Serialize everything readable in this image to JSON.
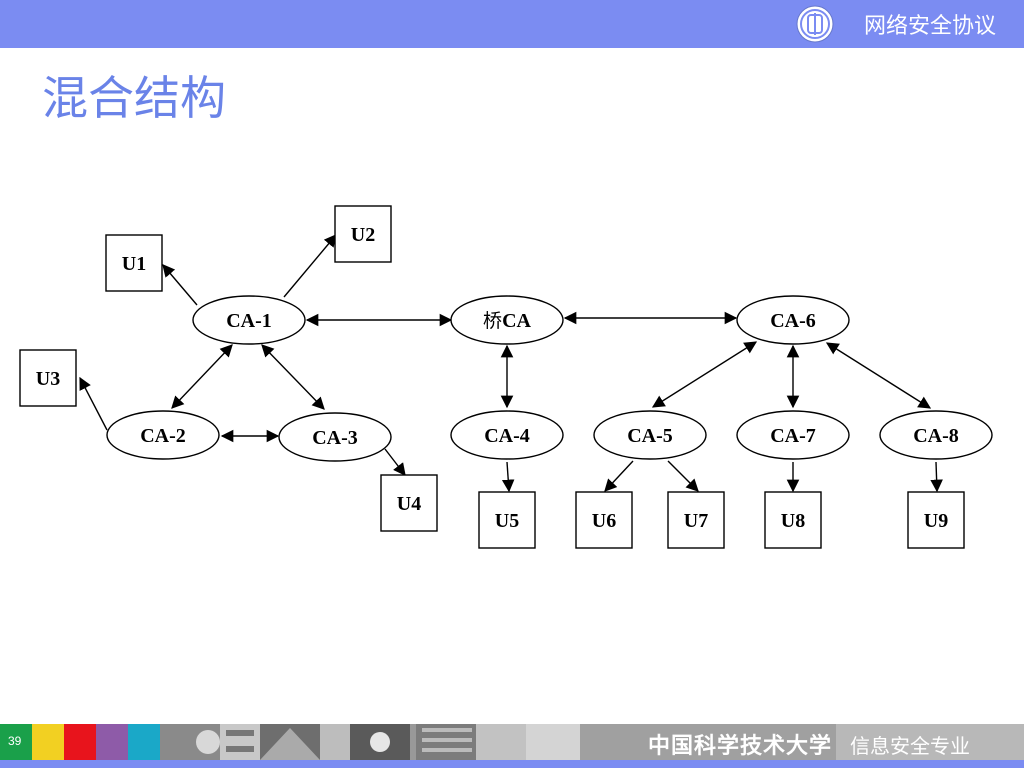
{
  "header": {
    "course_title": "网络安全协议"
  },
  "slide": {
    "title": "混合结构"
  },
  "diagram": {
    "nodes": [
      {
        "id": "ca1",
        "label": "CA-1",
        "shape": "ellipse"
      },
      {
        "id": "bridge",
        "label_cjk": "桥",
        "label_latin": "CA",
        "shape": "ellipse"
      },
      {
        "id": "ca6",
        "label": "CA-6",
        "shape": "ellipse"
      },
      {
        "id": "ca2",
        "label": "CA-2",
        "shape": "ellipse"
      },
      {
        "id": "ca3",
        "label": "CA-3",
        "shape": "ellipse"
      },
      {
        "id": "ca4",
        "label": "CA-4",
        "shape": "ellipse"
      },
      {
        "id": "ca5",
        "label": "CA-5",
        "shape": "ellipse"
      },
      {
        "id": "ca7",
        "label": "CA-7",
        "shape": "ellipse"
      },
      {
        "id": "ca8",
        "label": "CA-8",
        "shape": "ellipse"
      },
      {
        "id": "u1",
        "label": "U1",
        "shape": "box"
      },
      {
        "id": "u2",
        "label": "U2",
        "shape": "box"
      },
      {
        "id": "u3",
        "label": "U3",
        "shape": "box"
      },
      {
        "id": "u4",
        "label": "U4",
        "shape": "box"
      },
      {
        "id": "u5",
        "label": "U5",
        "shape": "box"
      },
      {
        "id": "u6",
        "label": "U6",
        "shape": "box"
      },
      {
        "id": "u7",
        "label": "U7",
        "shape": "box"
      },
      {
        "id": "u8",
        "label": "U8",
        "shape": "box"
      },
      {
        "id": "u9",
        "label": "U9",
        "shape": "box"
      }
    ],
    "edges": [
      {
        "from": "ca1",
        "to": "u1",
        "dir": "forward"
      },
      {
        "from": "ca1",
        "to": "u2",
        "dir": "forward"
      },
      {
        "from": "ca1",
        "to": "bridge",
        "dir": "both"
      },
      {
        "from": "bridge",
        "to": "ca6",
        "dir": "both"
      },
      {
        "from": "ca1",
        "to": "ca2",
        "dir": "both"
      },
      {
        "from": "ca1",
        "to": "ca3",
        "dir": "both"
      },
      {
        "from": "ca2",
        "to": "ca3",
        "dir": "both"
      },
      {
        "from": "ca2",
        "to": "u3",
        "dir": "forward"
      },
      {
        "from": "ca3",
        "to": "u4",
        "dir": "forward"
      },
      {
        "from": "bridge",
        "to": "ca4",
        "dir": "both"
      },
      {
        "from": "ca4",
        "to": "u5",
        "dir": "forward"
      },
      {
        "from": "ca6",
        "to": "ca5",
        "dir": "both"
      },
      {
        "from": "ca6",
        "to": "ca7",
        "dir": "both"
      },
      {
        "from": "ca6",
        "to": "ca8",
        "dir": "both"
      },
      {
        "from": "ca5",
        "to": "u6",
        "dir": "forward"
      },
      {
        "from": "ca5",
        "to": "u7",
        "dir": "forward"
      },
      {
        "from": "ca7",
        "to": "u8",
        "dir": "forward"
      },
      {
        "from": "ca8",
        "to": "u9",
        "dir": "forward"
      }
    ]
  },
  "footer": {
    "page_number": "39",
    "university": "中国科学技术大学",
    "major": "信息安全专业",
    "color_blocks": [
      "#1aa04a",
      "#f2d022",
      "#e8141c",
      "#8e5ba8",
      "#1aa8c8"
    ]
  },
  "colors": {
    "header_bar": "#7b8cf2",
    "title_text": "#6a83e8",
    "footer_bar": "#a0a0a0"
  }
}
